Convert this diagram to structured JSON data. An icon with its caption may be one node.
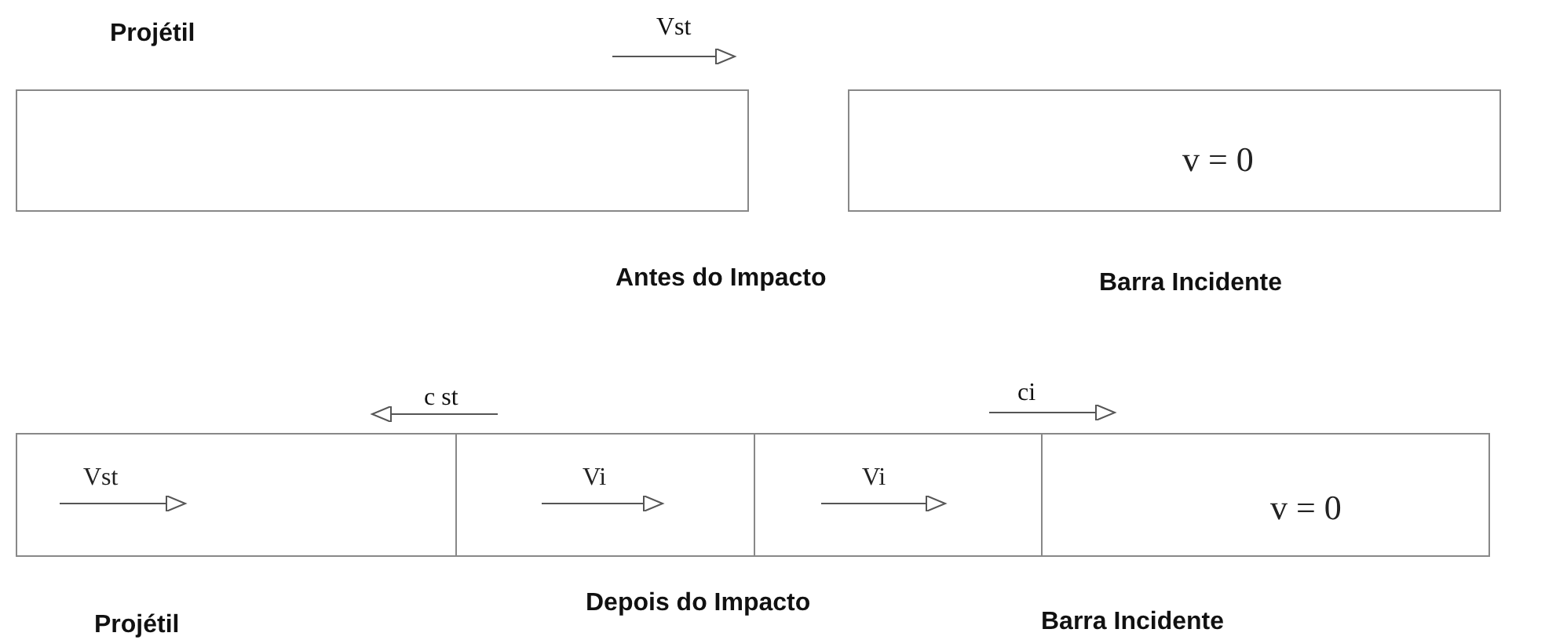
{
  "diagram": {
    "nodes": [
      {
        "text": [],
        "shape": "bar"
      },
      {
        "text": [
          "v = 0"
        ]
      },
      {
        "text": [
          "Vst"
        ]
      },
      {
        "text": [
          "Vi"
        ]
      },
      {
        "text": [
          "Vi"
        ]
      },
      {
        "text": [
          "v = 0"
        ]
      }
    ],
    "edges": [],
    "labels": [
      "Projétil",
      "Vst",
      "Antes do Impacto",
      "Barra Incidente",
      "c st",
      "ci",
      "Projétil",
      "Depois do Impacto",
      "Barra Incidente"
    ]
  }
}
